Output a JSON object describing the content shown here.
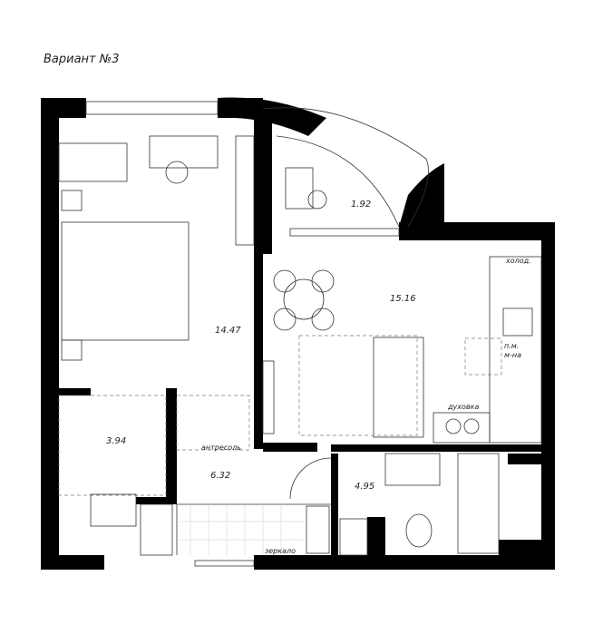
{
  "title": "Вариант №3",
  "rooms": {
    "bedroom_area": "14.47",
    "balcony_area": "1.92",
    "kitchen_living_area": "15.16",
    "wardrobe_area": "3.94",
    "hall_area": "6.32",
    "bathroom_area": "4.95"
  },
  "annotations": {
    "fridge": "холод.",
    "dishwasher_1": "п.м.",
    "dishwasher_2": "м-на",
    "oven": "духовка",
    "mezzanine": "антресоль",
    "mirror": "зеркало"
  }
}
